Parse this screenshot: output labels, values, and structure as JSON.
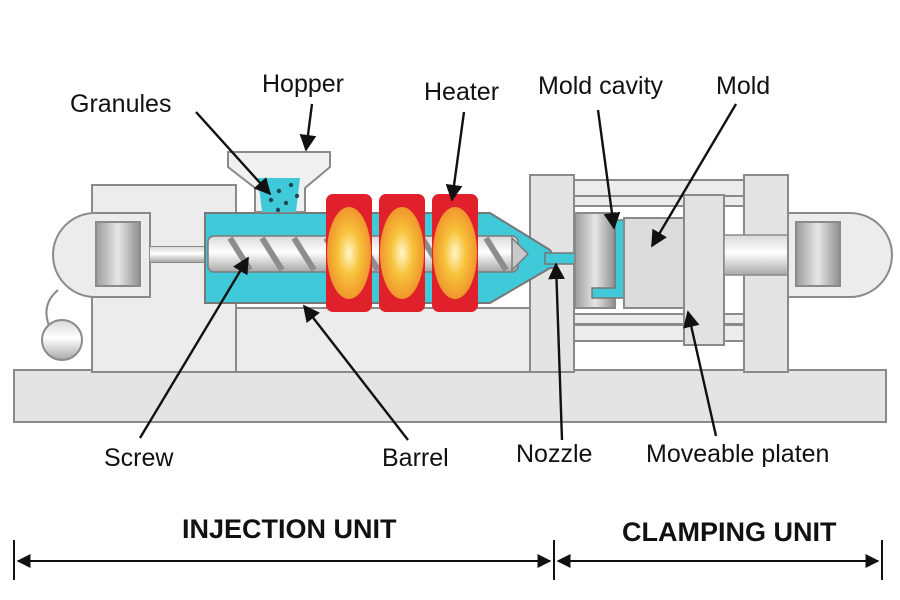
{
  "labels": {
    "granules": "Granules",
    "hopper": "Hopper",
    "heater": "Heater",
    "mold_cavity": "Mold cavity",
    "mold": "Mold",
    "screw": "Screw",
    "barrel": "Barrel",
    "nozzle": "Nozzle",
    "moveable_platen": "Moveable platen"
  },
  "units": {
    "injection": "INJECTION UNIT",
    "clamping": "CLAMPING UNIT"
  },
  "colors": {
    "melt": "#3fc9d9",
    "heater_red": "#e0202a",
    "heater_glow": "#f6c232",
    "frame": "#e4e4e4",
    "outline": "#8a8a8a"
  }
}
